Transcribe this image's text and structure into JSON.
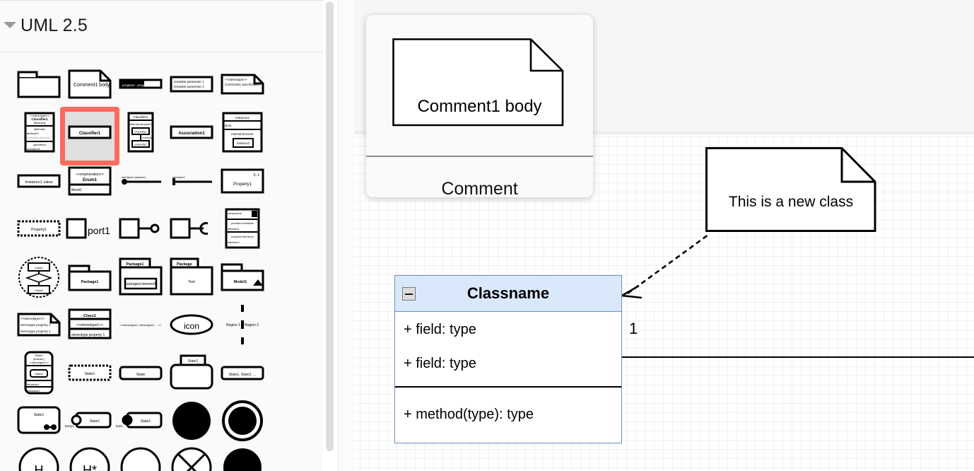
{
  "sidebar": {
    "title": "UML 2.5",
    "collapse_icon": "chevron-down-icon",
    "selected_shape_index": 1,
    "highlight_color": "#fc6b5c",
    "shapes": [
      {
        "name": "package-frame",
        "label": "",
        "row": 0,
        "col": 0
      },
      {
        "name": "comment-note",
        "label": "Comment1 body",
        "row": 0,
        "col": 1
      },
      {
        "name": "progress-bar",
        "label": "progress - progress",
        "row": 0,
        "col": 2
      },
      {
        "name": "template-parameters",
        "label": "template parameter 1",
        "label2": "template parameter 2",
        "row": 0,
        "col": 3
      },
      {
        "name": "constraint-note",
        "label": "<<stereotype>>",
        "label2": "Constraint1 specification",
        "row": 0,
        "col": 4
      },
      {
        "name": "classifier-full",
        "label": "<<stereotype>>",
        "label2": "Classifier1",
        "label3": "{abstract}",
        "label4": "attributes",
        "label5": "attribute1",
        "label6": "/inherited-attribute",
        "label7": "operations",
        "label8": "operation1",
        "row": 1,
        "col": 0
      },
      {
        "name": "classifier-simple",
        "label": "Classifier1",
        "row": 1,
        "col": 1
      },
      {
        "name": "classifier-internal-structure",
        "label": "Classifier1",
        "label2": "internal structure",
        "label3": "property1",
        "label4": "connector",
        "label5": "property2",
        "row": 1,
        "col": 2
      },
      {
        "name": "association-class",
        "label": "Association1",
        "row": 1,
        "col": 3
      },
      {
        "name": "instance-structure",
        "label": "Instance1",
        "label2": "slot1",
        "label3": "internal structure",
        "label4": "instance2",
        "row": 1,
        "col": 4
      },
      {
        "name": "instance-value",
        "label": "Instance1 value",
        "row": 2,
        "col": 0
      },
      {
        "name": "enumeration",
        "label": "<<enumeration>>",
        "label2": "Enum1",
        "label3": "literal1",
        "row": 2,
        "col": 1
      },
      {
        "name": "interface-provided",
        "label": "interface1  ipartner1",
        "row": 2,
        "col": 2
      },
      {
        "name": "interface-required",
        "label": "interface1",
        "row": 2,
        "col": 3
      },
      {
        "name": "property-multiplicity",
        "label": "0..1",
        "label2": "Property1",
        "row": 2,
        "col": 4
      },
      {
        "name": "property-dashed",
        "label": "Property1",
        "row": 3,
        "col": 0
      },
      {
        "name": "port",
        "label": "port1",
        "row": 3,
        "col": 1
      },
      {
        "name": "provided-interface-ball",
        "label": "",
        "row": 3,
        "col": 2
      },
      {
        "name": "required-interface-socket",
        "label": "",
        "row": 3,
        "col": 3
      },
      {
        "name": "component",
        "label": "component",
        "label2": "provided interfaces",
        "label3": "interface1",
        "label4": "required interfaces",
        "label5": "interface2",
        "row": 3,
        "col": 4
      },
      {
        "name": "composite-structure-circle",
        "label": "Class1",
        "label2": "Class2",
        "row": 4,
        "col": 0
      },
      {
        "name": "package-plain",
        "label": "Package1",
        "row": 4,
        "col": 1
      },
      {
        "name": "package-with-element",
        "label": "Package1",
        "label2": "packaged element1",
        "row": 4,
        "col": 2
      },
      {
        "name": "package-text",
        "label": "Package",
        "label2": "Text",
        "row": 4,
        "col": 3
      },
      {
        "name": "model",
        "label": "Model1",
        "row": 4,
        "col": 4
      },
      {
        "name": "stereotype-note",
        "label": "<<stereotype1>>",
        "label2": "stereotype property 1",
        "label3": "stereotype property 2",
        "row": 5,
        "col": 0
      },
      {
        "name": "stereotype-class",
        "label": "Class1",
        "label2": "<<stereotype1>>",
        "label3": "stereotype property 1",
        "row": 5,
        "col": 1
      },
      {
        "name": "stereotype-label",
        "label": "<<stereotype1, stereotype2, ...>>",
        "row": 5,
        "col": 2
      },
      {
        "name": "icon-ellipse",
        "label": "icon",
        "row": 5,
        "col": 3
      },
      {
        "name": "region-divider",
        "label": "Region 1",
        "label2": "Region 2",
        "row": 5,
        "col": 4
      },
      {
        "name": "state-composite",
        "label": "State1",
        "label2": "[invariant ]",
        "label3": "<<stereotype1>>",
        "label4": "State2",
        "label5": "behavior1",
        "label6": "transition1",
        "row": 6,
        "col": 0
      },
      {
        "name": "state-dashed",
        "label": "State1",
        "row": 6,
        "col": 1
      },
      {
        "name": "state-simple",
        "label": "State",
        "row": 6,
        "col": 2
      },
      {
        "name": "state-tabbed",
        "label": "State1",
        "row": 6,
        "col": 3
      },
      {
        "name": "state-list",
        "label": "State1, State2, ...",
        "row": 6,
        "col": 4
      },
      {
        "name": "state-exitpoint",
        "label": "State1",
        "row": 7,
        "col": 0
      },
      {
        "name": "state-entry",
        "label": "Entry1",
        "label2": "State1",
        "row": 7,
        "col": 1
      },
      {
        "name": "state-exit",
        "label": "Exit1",
        "label2": "State1",
        "row": 7,
        "col": 2
      },
      {
        "name": "initial-node",
        "label": "",
        "row": 7,
        "col": 3
      },
      {
        "name": "final-node",
        "label": "",
        "row": 7,
        "col": 4
      },
      {
        "name": "shallow-history",
        "label": "H",
        "row": 8,
        "col": 0
      },
      {
        "name": "deep-history",
        "label": "H*",
        "row": 8,
        "col": 1
      },
      {
        "name": "junction-hollow",
        "label": "",
        "row": 8,
        "col": 2
      },
      {
        "name": "terminate-node",
        "label": "",
        "row": 8,
        "col": 3
      },
      {
        "name": "choice-filled",
        "label": "",
        "row": 8,
        "col": 4
      }
    ]
  },
  "preview": {
    "shape_label": "Comment1 body",
    "name": "Comment"
  },
  "canvas": {
    "note": {
      "text": "This is a new class"
    },
    "uml_class": {
      "title": "Classname",
      "collapse_icon": "minus-box-icon",
      "header_color": "#dae8fc",
      "border_color": "#6c8ebf",
      "attributes": [
        "+ field: type",
        "+ field: type"
      ],
      "operations": [
        "+ method(type): type"
      ]
    },
    "association": {
      "multiplicity": "1"
    }
  },
  "splitter": {
    "grip_icon": "drag-handle-icon"
  }
}
